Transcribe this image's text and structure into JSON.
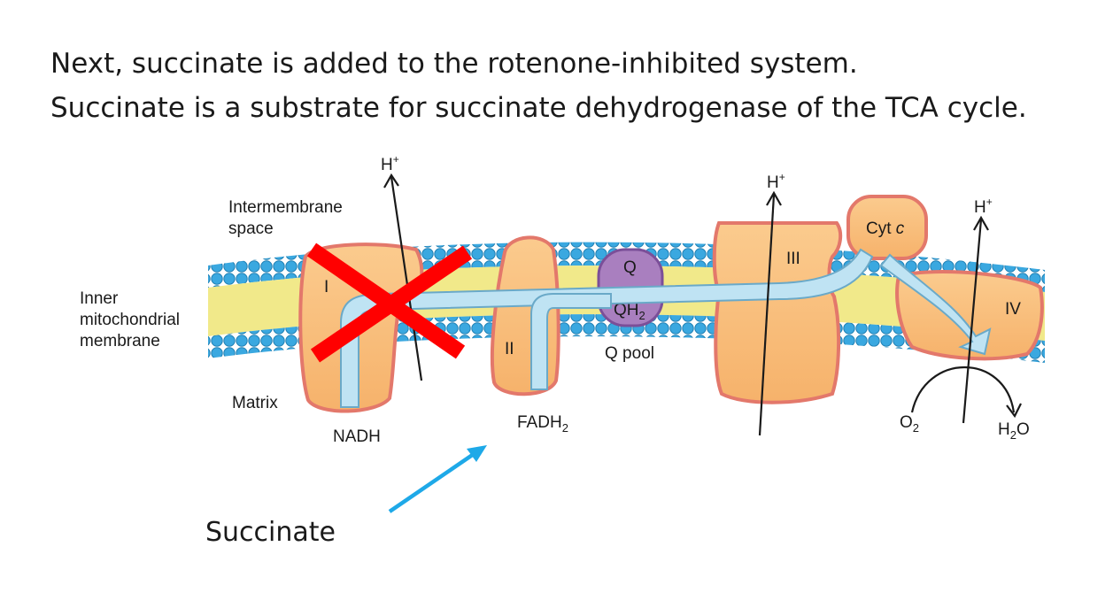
{
  "headline": {
    "line1": "Next, succinate is added to the rotenone-inhibited system.",
    "line2": "Succinate is a substrate for succinate dehydrogenase of the TCA cycle."
  },
  "labels": {
    "intermembrane1": "Intermembrane",
    "intermembrane2": "space",
    "inner1": "Inner",
    "inner2": "mitochondrial",
    "inner3": "membrane",
    "matrix": "Matrix",
    "nadh": "NADH",
    "fadh_base": "FADH",
    "fadh_sub": "2",
    "q": "Q",
    "qh_base": "QH",
    "qh_sub": "2",
    "qpool": "Q pool",
    "cytc_base": "Cyt ",
    "cytc_ital": "c",
    "o2_base": "O",
    "o2_sub": "2",
    "h2o_h": "H",
    "h2o_sub": "2",
    "h2o_o": "O",
    "hplus_base": "H",
    "hplus_sup": "+",
    "complex_I": "I",
    "complex_II": "II",
    "complex_III": "III",
    "complex_IV": "IV",
    "succinate": "Succinate"
  },
  "colors": {
    "complex_fill": "#f9c07c",
    "complex_edge": "#e3786b",
    "lipid_head": "#3aa8e0",
    "lipid_tail": "#f1e98a",
    "q_fill": "#a97fbf",
    "flow_arrow": "#bfe3f3",
    "flow_edge": "#6aa9c8",
    "inhibit_cross": "#ff0000",
    "succinate_arrow": "#1ea9e8"
  }
}
